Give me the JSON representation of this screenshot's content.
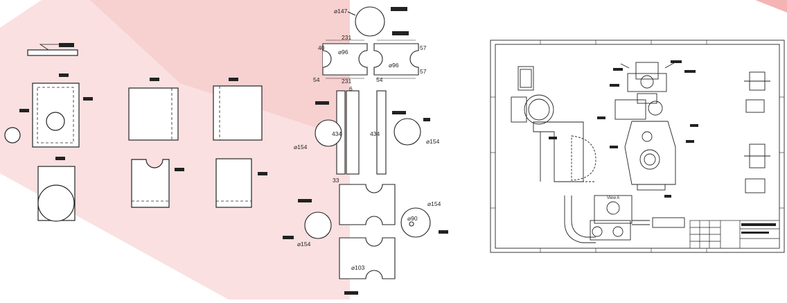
{
  "colors": {
    "line": "#222222",
    "paper": "#ffffff",
    "backdrop_pink": "#f6c9c9",
    "backdrop_pink_light": "#fbe3e3",
    "tag_fill": "#222222"
  },
  "panels": {
    "left": {
      "dimension_labels": []
    },
    "middle": {
      "dimensions": {
        "top_circle_dia": "⌀147",
        "pipe_width_top": "231",
        "pipe_width_bottom": "231",
        "hole_left": "⌀96",
        "hole_right": "⌀96",
        "small_left_a": "40",
        "small_left_b": "54",
        "small_right_a": "57",
        "small_right_b": "57",
        "small_right_c": "54",
        "rod_length_left": "434",
        "rod_length_right": "434",
        "rod_width": "33",
        "rod_top": "6",
        "circle_left_dia": "⌀154",
        "circle_right_dia": "⌀154",
        "slot_dia": "⌀90",
        "circle_bottom_left_dia": "⌀154",
        "circle_bottom_right_dia": "⌀154",
        "notch_bottom": "⌀103"
      }
    },
    "right": {
      "view_title": "View A"
    }
  }
}
